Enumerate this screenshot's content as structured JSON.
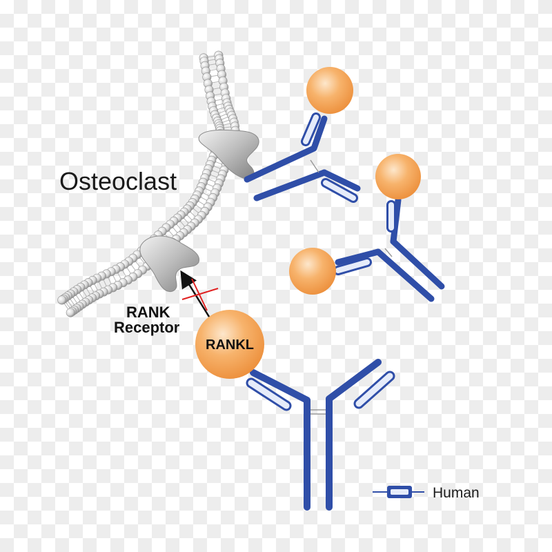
{
  "labels": {
    "osteoclast": "Osteoclast",
    "rank_line1": "RANK",
    "rank_line2": "Receptor",
    "rankl": "RANKL"
  },
  "legend": {
    "label": "Human"
  },
  "colors": {
    "antibody": "#2f4ea8",
    "antibody_light": "#e6ecfa",
    "antigen": "#f5a860",
    "membrane": "#c8c8c8",
    "receptor": "#a9a9a9",
    "blocked": "#e02020"
  }
}
